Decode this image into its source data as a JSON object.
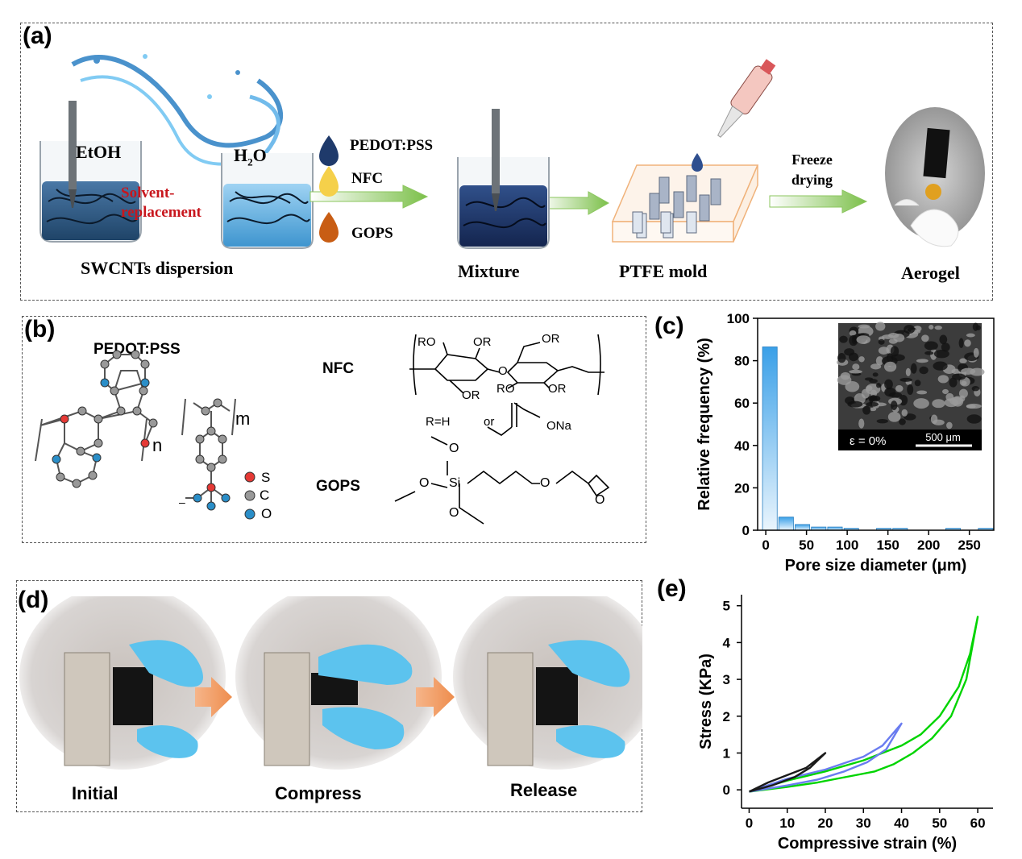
{
  "panel_a": {
    "label": "(a)",
    "etoh": "EtOH",
    "h2o_h": "H",
    "h2o_sub": "2",
    "h2o_o": "O",
    "solvent_line1": "Solvent-",
    "solvent_line2": "replacement",
    "swcnt": "SWCNTs dispersion",
    "pedot": "PEDOT:PSS",
    "nfc": "NFC",
    "gops": "GOPS",
    "mixture": "Mixture",
    "ptfe": "PTFE mold",
    "freeze_line1": "Freeze",
    "freeze_line2": "drying",
    "aerogel": "Aerogel"
  },
  "panel_b": {
    "label": "(b)",
    "pedot_title": "PEDOT:PSS",
    "n": "n",
    "m": "m",
    "legend_s": "S",
    "legend_c": "C",
    "legend_o": "O",
    "nfc": "NFC",
    "ro": "RO",
    "or": "OR",
    "o": "O",
    "r_def": "R=H",
    "or_word": "or",
    "ona": "ONa",
    "gops": "GOPS",
    "si": "Si"
  },
  "panel_d": {
    "label": "(d)",
    "initial": "Initial",
    "compress": "Compress",
    "release": "Release"
  },
  "chart_data": [
    {
      "panel": "(c)",
      "type": "bar",
      "xlabel": "Pore size diameter (μm)",
      "ylabel": "Relative frequency (%)",
      "x": [
        5,
        25,
        45,
        65,
        85,
        105,
        145,
        165,
        230,
        270
      ],
      "values": [
        86.5,
        6.2,
        2.7,
        1.5,
        1.5,
        0.9,
        0.9,
        0.9,
        0.9,
        0.9
      ],
      "xlim": [
        -10,
        280
      ],
      "ylim": [
        0,
        100
      ],
      "xticks": [
        "0",
        "50",
        "100",
        "150",
        "200",
        "250"
      ],
      "yticks": [
        "0",
        "20",
        "40",
        "60",
        "80",
        "100"
      ],
      "inset_label": "ε = 0%",
      "inset_scale": "500 μm",
      "colors": {
        "bar_top": "#3aa0e8",
        "bar_bottom": "#eaf5fd"
      }
    },
    {
      "panel": "(e)",
      "type": "line",
      "xlabel": "Compressive strain (%)",
      "ylabel": "Stress (KPa)",
      "xlim": [
        -2,
        64
      ],
      "ylim": [
        -0.5,
        5.3
      ],
      "xticks": [
        "0",
        "10",
        "20",
        "30",
        "40",
        "50",
        "60"
      ],
      "yticks": [
        "0",
        "1",
        "2",
        "3",
        "4",
        "5"
      ],
      "series": [
        {
          "color": "#00d400",
          "loading": [
            [
              0,
              -0.05
            ],
            [
              10,
              0.25
            ],
            [
              20,
              0.5
            ],
            [
              30,
              0.8
            ],
            [
              40,
              1.2
            ],
            [
              45,
              1.5
            ],
            [
              50,
              2.0
            ],
            [
              55,
              2.8
            ],
            [
              58,
              3.7
            ],
            [
              60,
              4.7
            ]
          ],
          "unloading": [
            [
              60,
              4.7
            ],
            [
              57,
              3.0
            ],
            [
              53,
              2.0
            ],
            [
              48,
              1.4
            ],
            [
              43,
              1.0
            ],
            [
              38,
              0.7
            ],
            [
              33,
              0.5
            ],
            [
              29,
              0.42
            ],
            [
              24,
              0.32
            ],
            [
              18,
              0.2
            ],
            [
              10,
              0.08
            ],
            [
              0,
              -0.05
            ]
          ]
        },
        {
          "color": "#6a7cf0",
          "loading": [
            [
              0,
              -0.05
            ],
            [
              10,
              0.3
            ],
            [
              20,
              0.55
            ],
            [
              30,
              0.9
            ],
            [
              35,
              1.2
            ],
            [
              40,
              1.8
            ]
          ],
          "unloading": [
            [
              40,
              1.8
            ],
            [
              36,
              1.1
            ],
            [
              31,
              0.75
            ],
            [
              25,
              0.5
            ],
            [
              18,
              0.28
            ],
            [
              10,
              0.12
            ],
            [
              0,
              -0.05
            ]
          ]
        },
        {
          "color": "#1a1a1a",
          "loading": [
            [
              0,
              -0.05
            ],
            [
              5,
              0.2
            ],
            [
              10,
              0.4
            ],
            [
              15,
              0.6
            ],
            [
              20,
              1.0
            ]
          ],
          "unloading": [
            [
              20,
              1.0
            ],
            [
              16,
              0.6
            ],
            [
              12,
              0.35
            ],
            [
              6,
              0.12
            ],
            [
              0,
              -0.05
            ]
          ]
        }
      ]
    }
  ],
  "panel_e_label": "(e)"
}
